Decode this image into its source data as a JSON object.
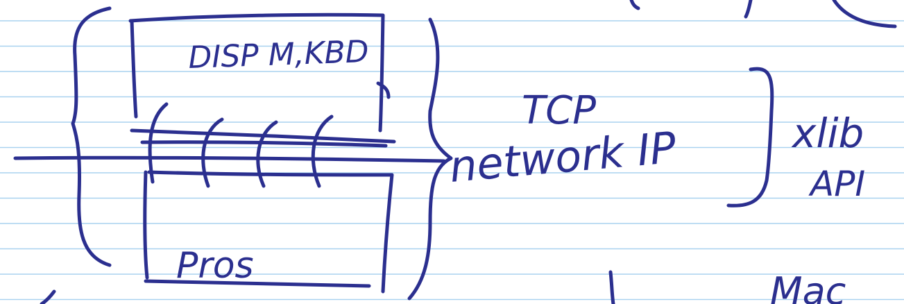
{
  "ink_color": "#2b2f8f",
  "rule_color": "#a9d2ef",
  "labels": {
    "display": "DISP M,KBD",
    "tcp": "TCP",
    "network": "network IP",
    "xlib": "xlib",
    "api": "API",
    "process": "Pros",
    "bottom_right": "Mac"
  }
}
